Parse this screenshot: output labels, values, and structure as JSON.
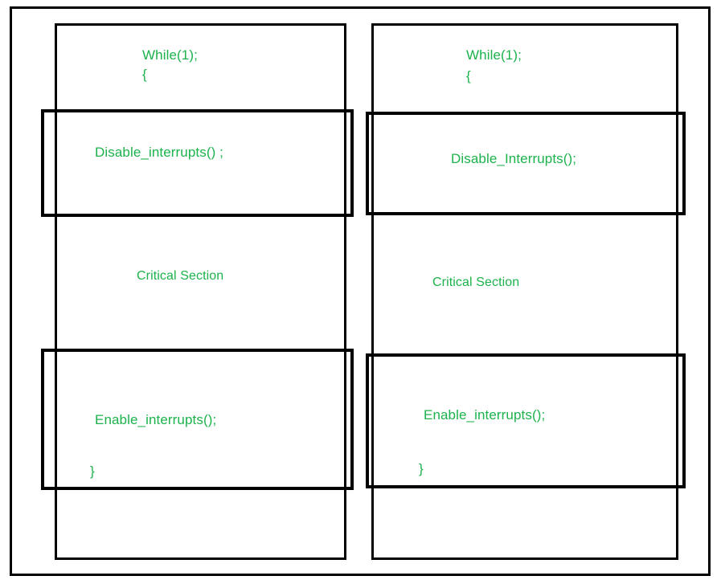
{
  "diagram": {
    "title": "Critical section with interrupt disable/enable - two code blocks",
    "text_color": "#1cb24c",
    "line_color": "#000000",
    "background": "#ffffff"
  },
  "left_column": {
    "name": "left-code-block",
    "lines": {
      "while": "While(1);",
      "open_brace": "{",
      "disable": "Disable_interrupts() ;",
      "critical": "Critical Section",
      "enable": "Enable_interrupts();",
      "close_brace": "}"
    }
  },
  "right_column": {
    "name": "right-code-block",
    "lines": {
      "while": "While(1);",
      "open_brace": "{",
      "disable": "Disable_Interrupts();",
      "critical": "Critical Section",
      "enable": "Enable_interrupts();",
      "close_brace": "}"
    }
  },
  "highlights": {
    "left_disable_label": "Disable interrupts highlight (left)",
    "left_enable_label": "Enable interrupts highlight (left)",
    "right_disable_label": "Disable interrupts highlight (right)",
    "right_enable_label": "Enable interrupts highlight (right)"
  }
}
